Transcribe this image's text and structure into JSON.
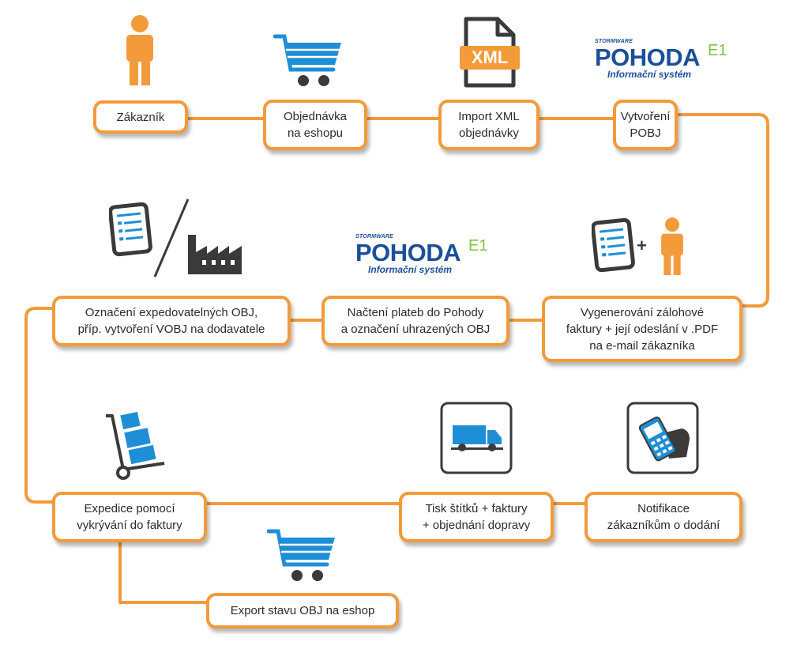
{
  "colors": {
    "accent": "#f39a3a",
    "icon_blue": "#1e8fd6",
    "icon_dark": "#3a3a3a",
    "logo_blue": "#1b4f9a",
    "logo_green": "#7fc241"
  },
  "steps": [
    {
      "line1": "Zákazník",
      "line2": "",
      "line3": ""
    },
    {
      "line1": "Objednávka",
      "line2": "na eshopu",
      "line3": ""
    },
    {
      "line1": "Import XML",
      "line2": "objednávky",
      "line3": ""
    },
    {
      "line1": "Vytvoření",
      "line2": "POBJ",
      "line3": ""
    },
    {
      "line1": "Vygenerování zálohové",
      "line2": "faktury + její odeslání v .PDF",
      "line3": "na e-mail zákazníka"
    },
    {
      "line1": "Načtení plateb do Pohody",
      "line2": "a označení uhrazených OBJ",
      "line3": ""
    },
    {
      "line1": "Označení expedovatelných OBJ,",
      "line2": "příp. vytvoření VOBJ na dodavatele",
      "line3": ""
    },
    {
      "line1": "Expedice pomocí",
      "line2": "vykrývání do faktury",
      "line3": ""
    },
    {
      "line1": "Tisk štítků + faktury",
      "line2": "+ objednání dopravy",
      "line3": ""
    },
    {
      "line1": "Notifikace",
      "line2": "zákazníkům o dodání",
      "line3": ""
    },
    {
      "line1": "Export stavu OBJ na eshop",
      "line2": "",
      "line3": ""
    }
  ],
  "logo": {
    "brand": "STORMWARE",
    "name": "POHODA",
    "version": "E1",
    "tagline": "Informační systém"
  },
  "xml_label": "XML",
  "plus_sign": "+",
  "icons": [
    "person-icon",
    "cart-icon",
    "xml-file-icon",
    "document-icon",
    "factory-icon",
    "hand-truck-icon",
    "truck-icon",
    "mobile-phone-icon"
  ]
}
